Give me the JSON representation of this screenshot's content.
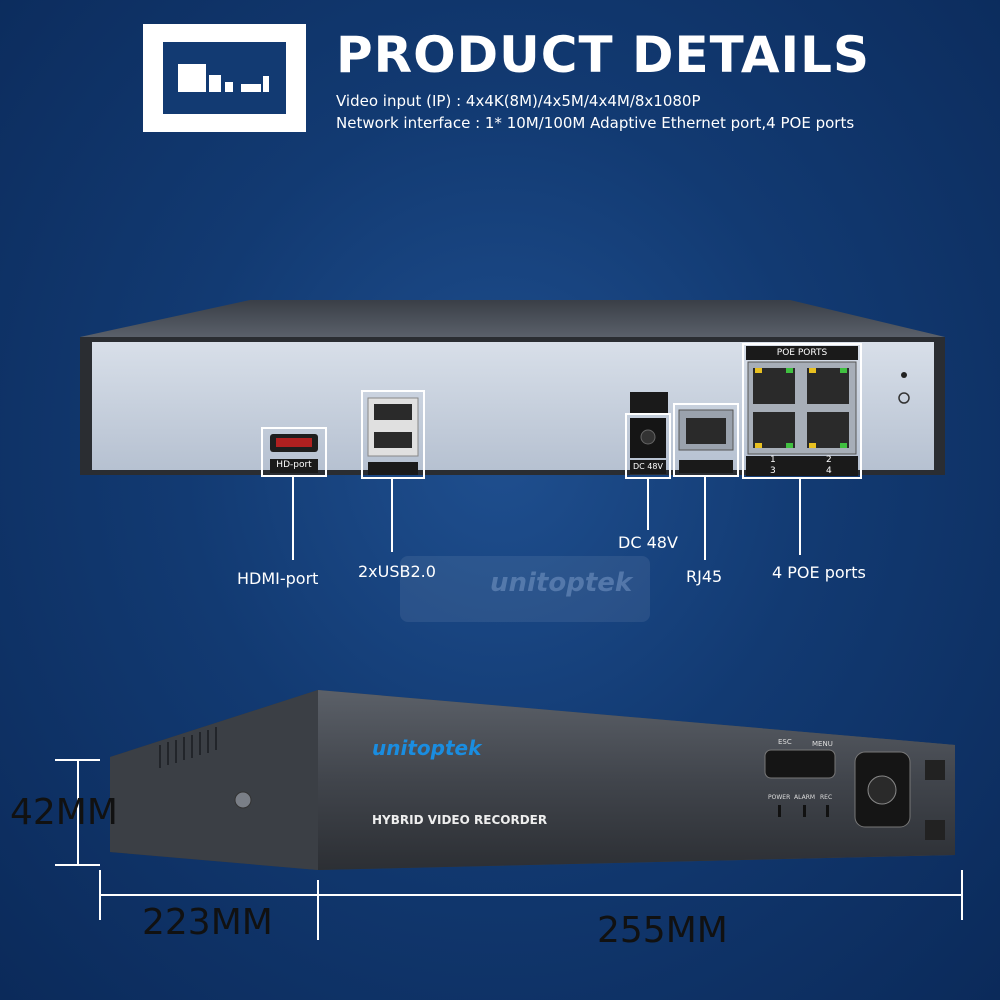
{
  "header": {
    "title": "PRODUCT DETAILS",
    "specs": [
      "Video input (IP) : 4x4K(8M)/4x5M/4x4M/8x1080P",
      "Network interface : 1* 10M/100M Adaptive Ethernet port,4 POE ports"
    ]
  },
  "rear_panel": {
    "hdmi_tag": "HD-port",
    "poe_header": "POE PORTS",
    "poe_numbers": [
      "1",
      "2",
      "3",
      "4"
    ],
    "dc_tag": "DC 48V"
  },
  "callouts": {
    "hdmi": "HDMI-port",
    "usb": "2xUSB2.0",
    "dc": "DC 48V",
    "rj45": "RJ45",
    "poe": "4 POE ports"
  },
  "watermark": "unitoptek",
  "front_panel": {
    "brand": "unitoptek",
    "model": "HYBRID VIDEO RECORDER",
    "buttons": [
      "ESC",
      "MENU"
    ],
    "leds": [
      "POWER",
      "ALARM",
      "REC"
    ]
  },
  "dimensions": {
    "height": "42MM",
    "depth": "223MM",
    "width": "255MM"
  },
  "colors": {
    "background": "#123a72",
    "panel": "#c9d3e1",
    "brand": "#1a8de0"
  }
}
